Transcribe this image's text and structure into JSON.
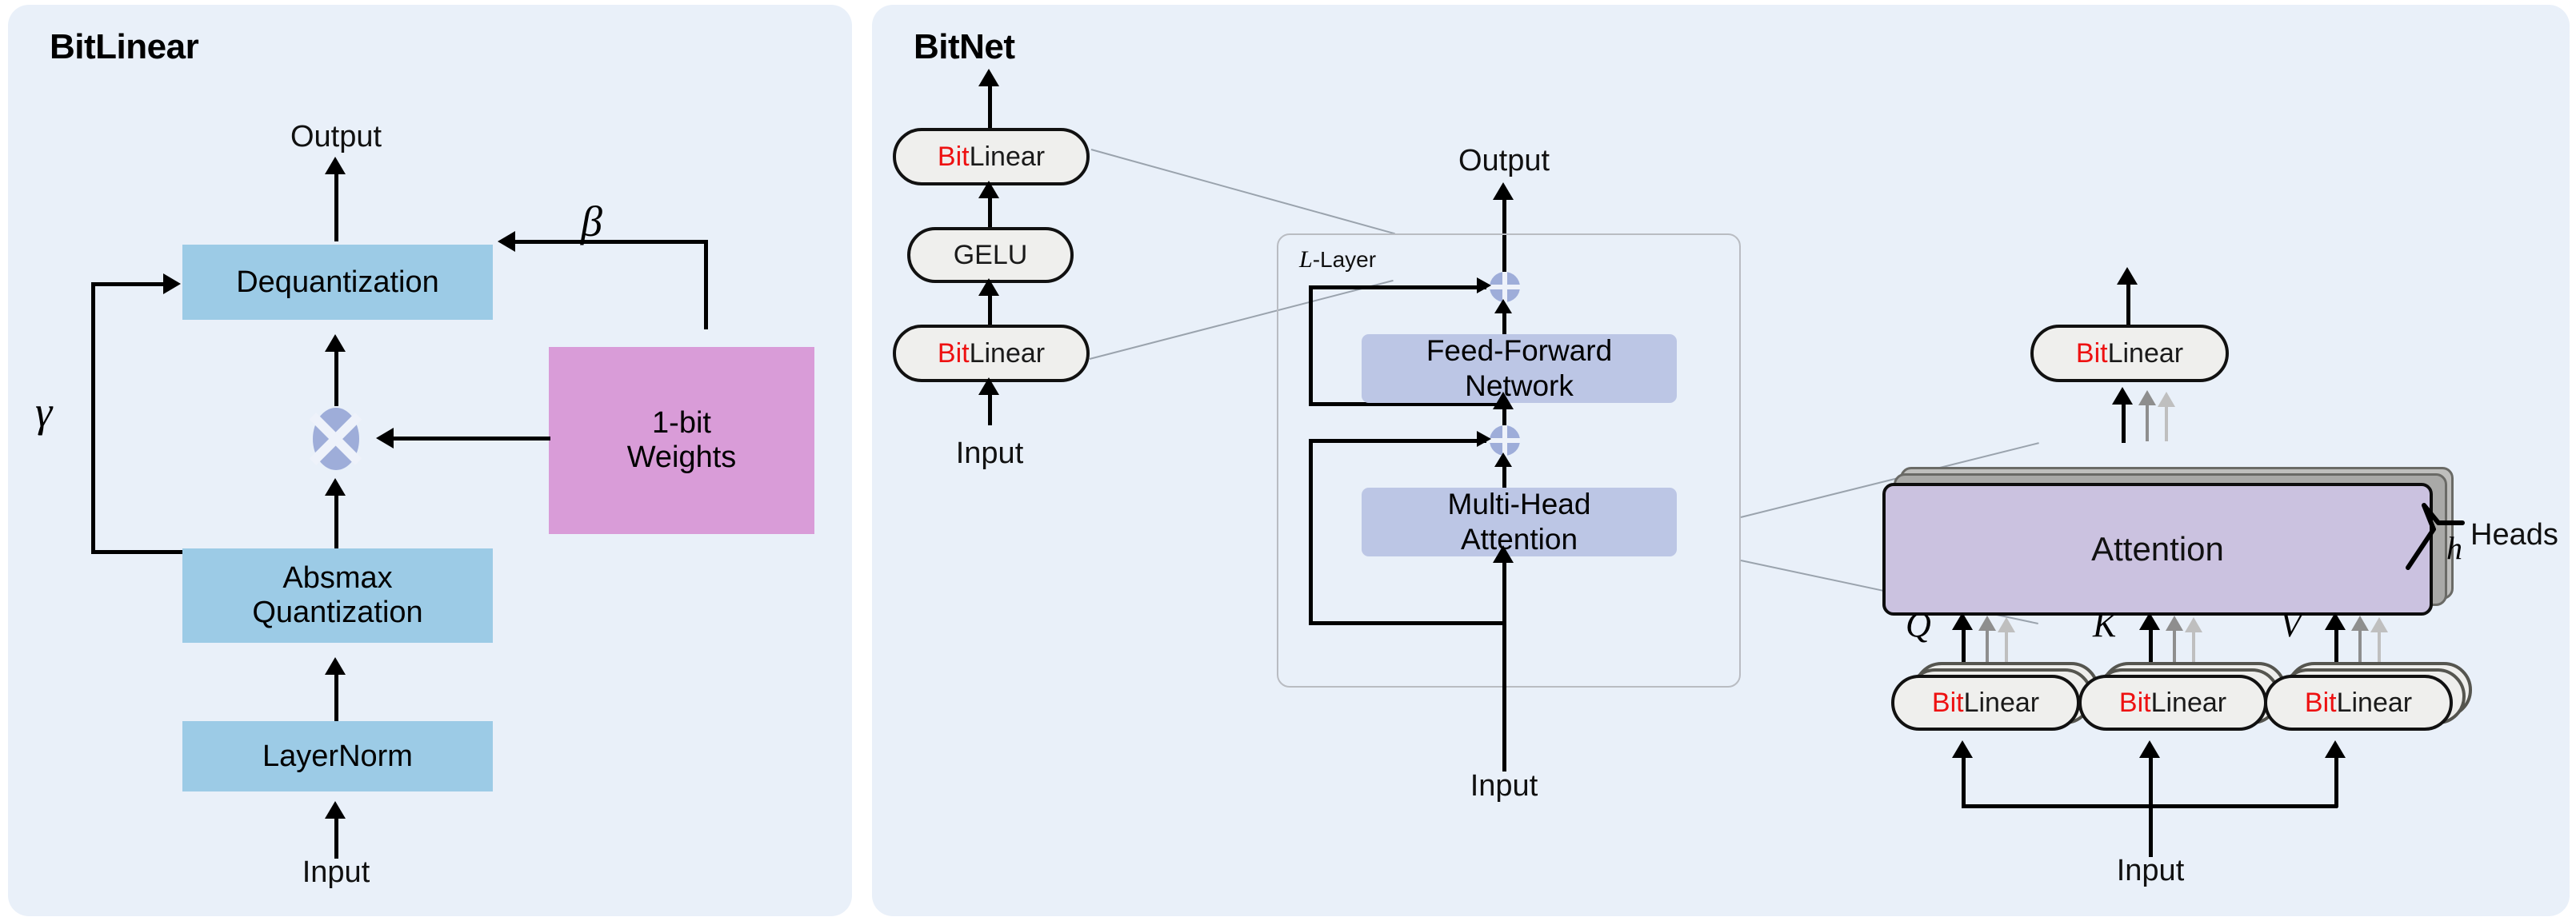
{
  "panels": {
    "bitlinear": {
      "title": "BitLinear",
      "output_label": "Output",
      "input_label": "Input",
      "gamma": "γ",
      "beta": "β",
      "boxes": {
        "dequantization": "Dequantization",
        "absmax_quantization_line1": "Absmax",
        "absmax_quantization_line2": "Quantization",
        "layernorm": "LayerNorm",
        "weights_line1": "1-bit",
        "weights_line2": "Weights"
      },
      "operators": {
        "multiply": "multiply-operator"
      },
      "colors": {
        "panel_bg": "#e9f0f9",
        "blue_box": "#9ccbe6",
        "pink_box": "#d99cd8",
        "operator": "#9eadd9"
      }
    },
    "bitnet": {
      "title": "BitNet",
      "stack": {
        "input_label": "Input",
        "items": [
          {
            "bit": "Bit",
            "linear": "Linear"
          },
          {
            "gelu": "GELU"
          },
          {
            "bit": "Bit",
            "linear": "Linear"
          }
        ],
        "gelu_label": "GELU"
      },
      "transformer": {
        "output_label": "Output",
        "input_label": "Input",
        "layer_label_math": "L",
        "layer_label_rest": "-Layer",
        "ffn_line1": "Feed-Forward",
        "ffn_line2": "Network",
        "mha_line1": "Multi-Head",
        "mha_line2": "Attention",
        "add_operator": "add-operator"
      },
      "attention": {
        "input_label": "Input",
        "attention_label": "Attention",
        "heads_math": "h",
        "heads_text": " Heads",
        "out_proj": {
          "bit": "Bit",
          "linear": "Linear"
        },
        "qkv": [
          {
            "symbol": "Q",
            "bit": "Bit",
            "linear": "Linear"
          },
          {
            "symbol": "K",
            "bit": "Bit",
            "linear": "Linear"
          },
          {
            "symbol": "V",
            "bit": "Bit",
            "linear": "Linear"
          }
        ]
      },
      "colors": {
        "panel_bg": "#e9f0f9",
        "softbox": "#bcc6e5",
        "attention_box": "#cbc2e0",
        "pill_fill": "#efefed",
        "bit_red": "#ee1111",
        "layer_border": "#b9bcc2"
      }
    }
  }
}
